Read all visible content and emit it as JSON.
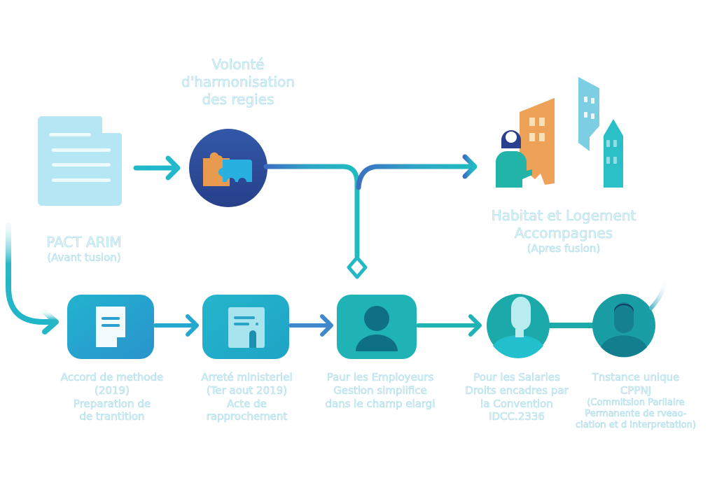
{
  "title_top": {
    "lines": [
      "Volonté",
      "d'harmonisation",
      "des regies"
    ]
  },
  "left_entity": {
    "name": "PACT ARIM",
    "subtitle": "(Avant tusion)"
  },
  "right_entity": {
    "lines": [
      "Habitat et Logement",
      "Accompagnes"
    ],
    "subtitle": "(Apres fusion)"
  },
  "steps": [
    {
      "icon": "document-icon",
      "lines": [
        "Accord de methode",
        "(2019)",
        "Preparation de",
        "de trantition"
      ]
    },
    {
      "icon": "certificate-icon",
      "lines": [
        "Arreté ministeriel",
        "(Ter aout 2019)",
        "Acte de",
        "rapprochement"
      ]
    },
    {
      "icon": "user-icon",
      "lines": [
        "Paur les Employeurs",
        "Gestion simplifice",
        "dans le champ elargi"
      ]
    },
    {
      "icon": "employee-avatar-icon",
      "lines": [
        "Pour les Salaries",
        "Droits encadres par",
        "la Convention",
        "IDCC.2336"
      ]
    },
    {
      "icon": "person-avatar-icon",
      "lines": [
        "Tnstance unique",
        "CPPNJ",
        "(Commitsion Parilaire",
        "Permanente de rveao-",
        "ciation et d interpretation)"
      ]
    }
  ],
  "colors": {
    "navy": "#2f4f9a",
    "teal": "#1fb5b8",
    "blue": "#2a9fd0",
    "orange": "#e89a4e",
    "label_fill": "#dff3f8",
    "label_stroke": "#a9dbe9"
  }
}
